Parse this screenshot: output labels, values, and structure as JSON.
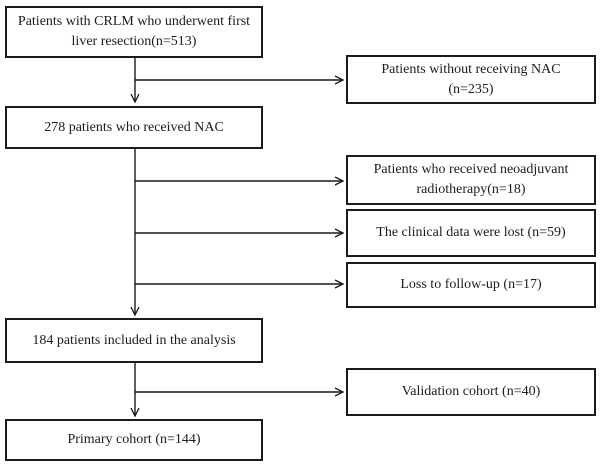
{
  "canvas": {
    "background_color": "#ffffff",
    "line_color": "#1a1a1a",
    "box_border_color": "#1b1b1b",
    "box_fill_color": "#ffffff",
    "text_color": "#1c1c1c"
  },
  "flowchart": {
    "description": "Patient selection flow diagram",
    "main_path": [
      {
        "id": "crlm-first-resection",
        "n": 513,
        "lines": [
          "Patients with CRLM who underwent first",
          "liver resection(n=513)"
        ]
      },
      {
        "id": "received-nac",
        "n": 278,
        "lines": [
          "278 patients who received NAC"
        ]
      },
      {
        "id": "included-analysis",
        "n": 184,
        "lines": [
          "184 patients included in the analysis"
        ]
      },
      {
        "id": "primary-cohort",
        "n": 144,
        "lines": [
          "Primary cohort (n=144)"
        ]
      }
    ],
    "exclusion_boxes": [
      {
        "id": "without-nac",
        "n": 235,
        "lines": [
          "Patients without receiving NAC",
          "(n=235)"
        ]
      },
      {
        "id": "neoadjuvant-radiotherapy",
        "n": 18,
        "lines": [
          "Patients who received neoadjuvant",
          "radiotherapy(n=18)"
        ]
      },
      {
        "id": "clinical-data-lost",
        "n": 59,
        "lines": [
          "The clinical data were lost (n=59)"
        ]
      },
      {
        "id": "loss-to-follow-up",
        "n": 17,
        "lines": [
          "Loss to follow-up (n=17)"
        ]
      },
      {
        "id": "validation-cohort",
        "n": 40,
        "lines": [
          "Validation cohort (n=40)"
        ]
      }
    ]
  }
}
